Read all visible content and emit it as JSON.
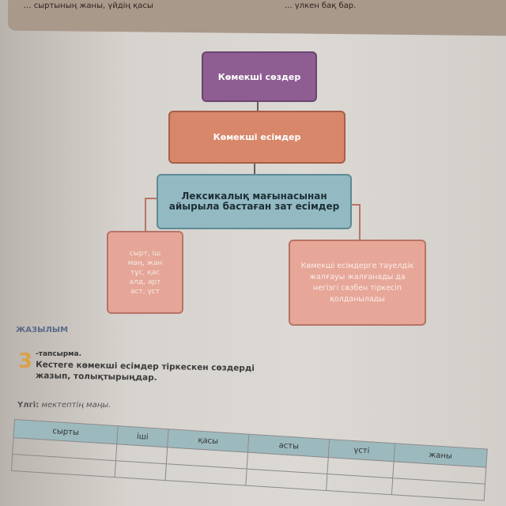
{
  "top_text": {
    "left": "... сыртының жаны, үйдің қасы",
    "right": "... үлкен бақ бар."
  },
  "diagram": {
    "box1": "Көмекші сөздер",
    "box2": "Көмекші есімдер",
    "box3": "Лексикалық мағынасынан айырыла бастаған зат есімдер",
    "box4": [
      "сырт, іш",
      "маң, жан",
      "тұс, қас",
      "алд, арт",
      "аст, үст"
    ],
    "box5": "Көмекші есімдерге тәуелдік жалғауы жалғанады да негізгі сөзбен тіркесіп қолданылады"
  },
  "section": "ЖАЗЫЛЫМ",
  "task": {
    "number": "3",
    "label": "-тапсырма.",
    "text": "Кестеге көмекші есімдер тіркескен сөздерді жазып, толықтырыңдар."
  },
  "example": {
    "label": "Үлгі:",
    "text": "мектептің маңы."
  },
  "table": {
    "headers": [
      "сырты",
      "іші",
      "қасы",
      "асты",
      "үсті",
      "жаны"
    ],
    "rows": [
      [
        "",
        "",
        "",
        "",
        "",
        ""
      ],
      [
        "",
        "",
        "",
        "",
        "",
        ""
      ]
    ]
  }
}
